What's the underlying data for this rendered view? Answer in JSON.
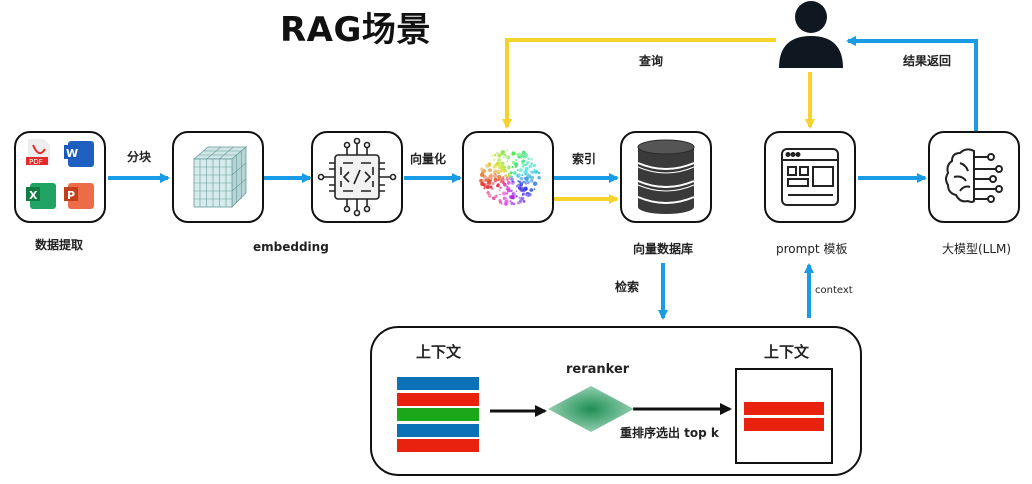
{
  "title": "RAG场景",
  "nodes": {
    "data_extract": {
      "label": "数据提取",
      "icon": "office-documents-icon"
    },
    "chunks": {
      "label": "embedding",
      "icon": "cube-grid-icon"
    },
    "embedding_model": {
      "label": "",
      "icon": "code-chip-icon"
    },
    "vectors": {
      "label": "",
      "icon": "vector-scatter-icon"
    },
    "vector_db": {
      "label": "向量数据库",
      "icon": "database-icon"
    },
    "prompt_template": {
      "label": "prompt 模板",
      "icon": "browser-window-icon"
    },
    "llm": {
      "label": "大模型(LLM)",
      "icon": "brain-circuit-icon"
    },
    "user": {
      "label": "",
      "icon": "user-icon"
    }
  },
  "edges": {
    "chunking": "分块",
    "vectorize": "向量化",
    "index": "索引",
    "query": "查询",
    "return_result": "结果返回",
    "retrieve": "检索",
    "context": "context"
  },
  "rerank_panel": {
    "left_title": "上下文",
    "right_title": "上下文",
    "reranker_label": "reranker",
    "select_label": "重排序选出 top k",
    "input_chunks": [
      "blue",
      "red",
      "green",
      "blue",
      "red"
    ],
    "output_chunks": [
      "red",
      "red"
    ]
  },
  "colors": {
    "blue_flow": "#1a9be6",
    "yellow_flow": "#f5d32a",
    "chunk_blue": "#0c72b8",
    "chunk_red": "#e8220f",
    "chunk_green": "#1aa81a",
    "reranker_green": "#1e8f55"
  }
}
